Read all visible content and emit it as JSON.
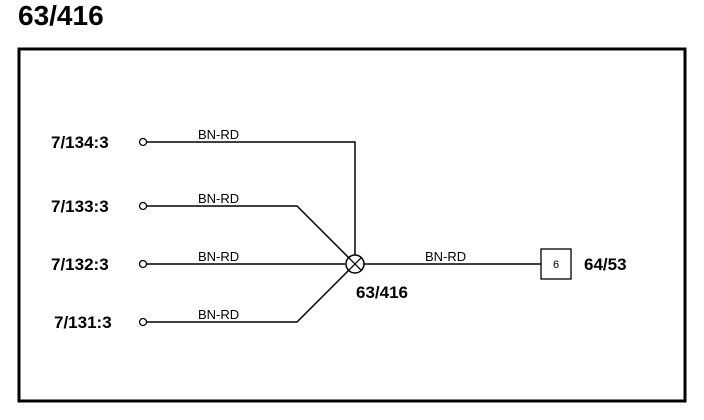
{
  "page_title": "63/416",
  "connectors": [
    {
      "id": "7/134:3",
      "wire": "BN-RD"
    },
    {
      "id": "7/133:3",
      "wire": "BN-RD"
    },
    {
      "id": "7/132:3",
      "wire": "BN-RD"
    },
    {
      "id": "7/131:3",
      "wire": "BN-RD"
    }
  ],
  "splice": {
    "id": "63/416"
  },
  "output": {
    "wire": "BN-RD",
    "pin": "6",
    "id": "64/53"
  }
}
